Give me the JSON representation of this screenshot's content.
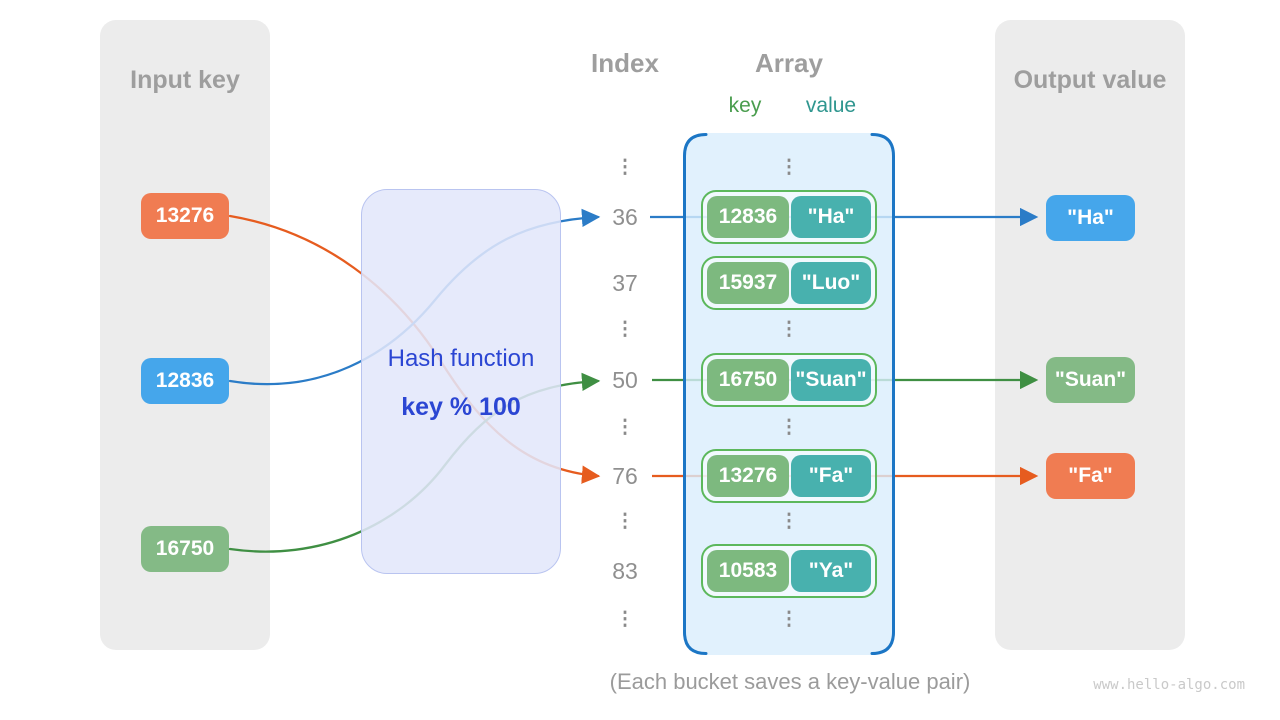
{
  "input_panel": {
    "title": "Input key",
    "keys": [
      {
        "label": "13276",
        "color": "#F07C52"
      },
      {
        "label": "12836",
        "color": "#45A6EB"
      },
      {
        "label": "16750",
        "color": "#84BA86"
      }
    ]
  },
  "hash_box": {
    "title": "Hash function",
    "formula": "key % 100"
  },
  "index_column": {
    "title": "Index",
    "ellipsis": "⋮",
    "values": [
      "36",
      "37",
      "50",
      "76",
      "83"
    ]
  },
  "array_panel": {
    "title": "Array",
    "key_label": "key",
    "value_label": "value",
    "buckets": [
      {
        "key": "12836",
        "value": "\"Ha\""
      },
      {
        "key": "15937",
        "value": "\"Luo\""
      },
      {
        "key": "16750",
        "value": "\"Suan\""
      },
      {
        "key": "13276",
        "value": "\"Fa\""
      },
      {
        "key": "10583",
        "value": "\"Ya\""
      }
    ]
  },
  "output_panel": {
    "title": "Output value",
    "values": [
      {
        "label": "\"Ha\"",
        "color": "#45A6EB"
      },
      {
        "label": "\"Suan\"",
        "color": "#84BA86"
      },
      {
        "label": "\"Fa\"",
        "color": "#F07C52"
      }
    ]
  },
  "mappings": [
    {
      "input": "13276",
      "index": "76",
      "output": "\"Fa\"",
      "arrow_color": "#E65C1F"
    },
    {
      "input": "12836",
      "index": "36",
      "output": "\"Ha\"",
      "arrow_color": "#2B7CC7"
    },
    {
      "input": "16750",
      "index": "50",
      "output": "\"Suan\"",
      "arrow_color": "#3F8F43"
    }
  ],
  "caption": "(Each bucket saves a key-value pair)",
  "watermark": "www.hello-algo.com",
  "colors": {
    "panel_gray": "#ececec",
    "heading_gray": "#9e9e9e",
    "array_fill": "#E2F0FB",
    "array_border": "#1C76C5",
    "bucket_border": "#5CB85C",
    "key_box": "#7DB97F",
    "value_box": "#48B1AE",
    "hash_fill": "#E6EAFA",
    "hash_text": "#2B46D3"
  }
}
